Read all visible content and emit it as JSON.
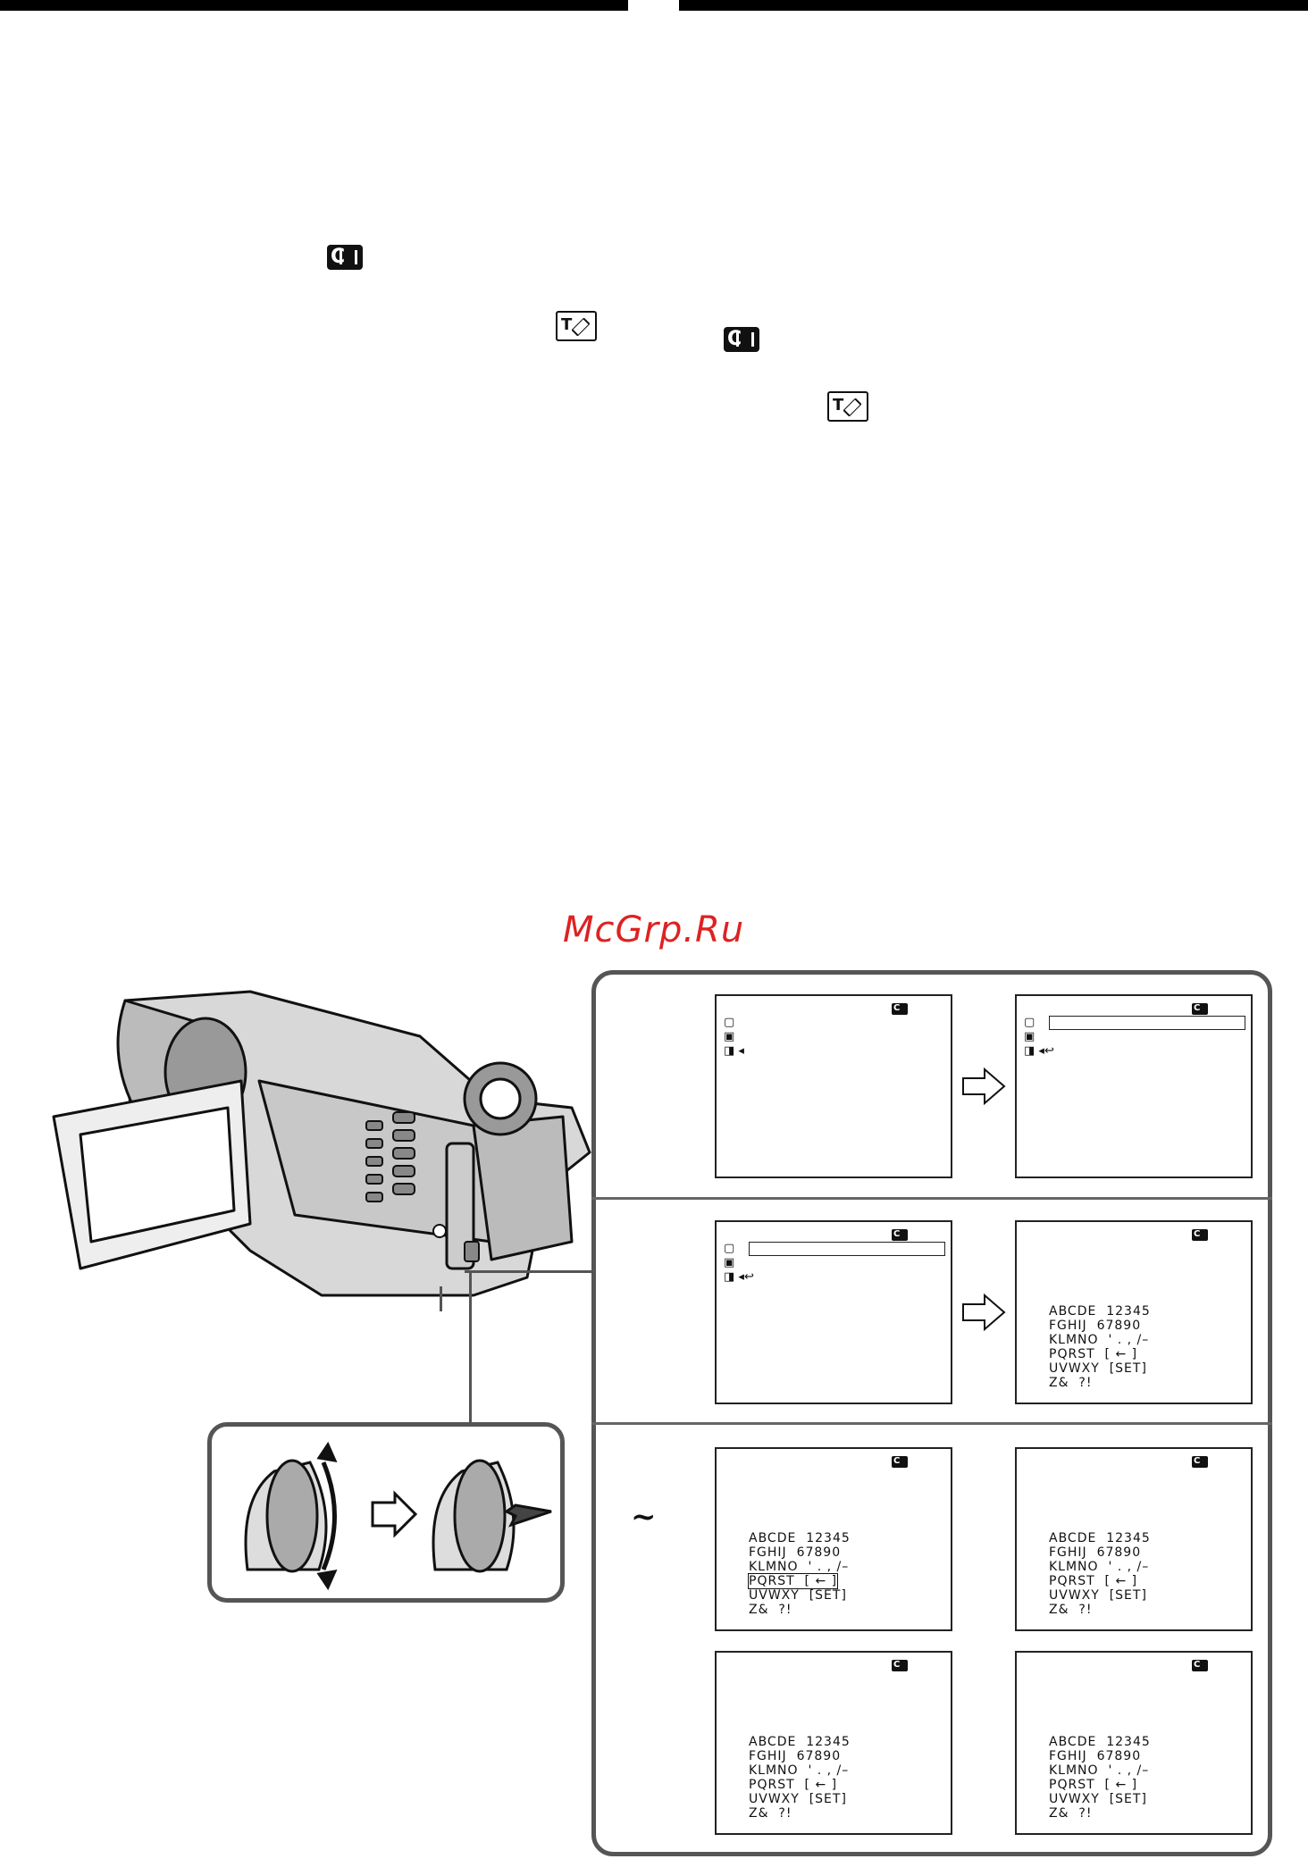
{
  "watermark": "McGrp.Ru",
  "icons": {
    "cassette_memory": "cassette-memory-icon",
    "title_erase": "title-erase-icon"
  },
  "screens": {
    "step1_left": {
      "menu": [
        "▢",
        "▣",
        "◨ ◂"
      ]
    },
    "step1_right": {
      "menu": [
        "▢",
        "▣",
        "◨ ◂↩"
      ]
    },
    "step2_left": {
      "menu": [
        "▢",
        "▣",
        "◨ ◂↩"
      ]
    },
    "grid_rows": [
      "ABCDE  12345",
      "FGHIJ  67890",
      "KLMNO  ' . , /–",
      "PQRST  [ ← ]",
      "UVWXY  [SET]",
      "Z&  ?!"
    ]
  },
  "step3_marker": "~",
  "colors": {
    "watermark": "#dd2222",
    "frame": "#555555"
  }
}
